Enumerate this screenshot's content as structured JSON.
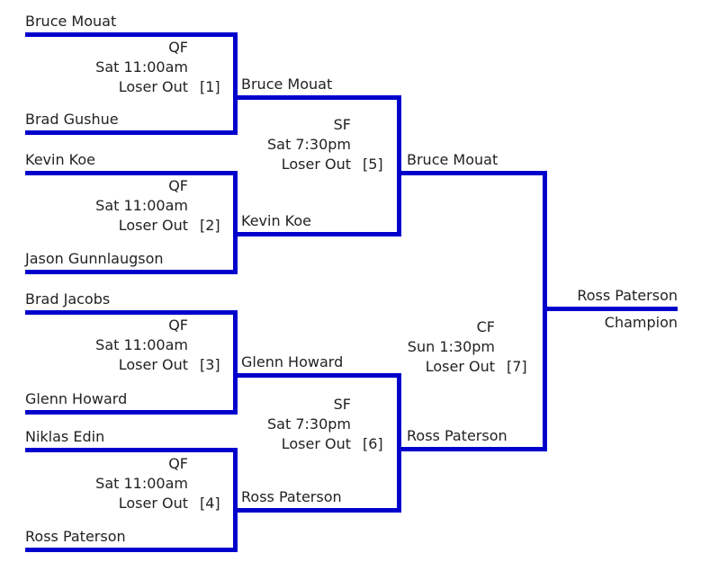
{
  "theme": {
    "background": "#ffffff",
    "bracket_line_color": "#0000cc",
    "text_color": "#222222"
  },
  "matches": {
    "qf1": {
      "stage": "QF",
      "time": "Sat 11:00am",
      "loser_note": "Loser Out",
      "game_number": "[1]",
      "top_entrant": "Bruce Mouat",
      "bottom_entrant": "Brad Gushue"
    },
    "qf2": {
      "stage": "QF",
      "time": "Sat 11:00am",
      "loser_note": "Loser Out",
      "game_number": "[2]",
      "top_entrant": "Kevin Koe",
      "bottom_entrant": "Jason Gunnlaugson"
    },
    "qf3": {
      "stage": "QF",
      "time": "Sat 11:00am",
      "loser_note": "Loser Out",
      "game_number": "[3]",
      "top_entrant": "Brad Jacobs",
      "bottom_entrant": "Glenn Howard"
    },
    "qf4": {
      "stage": "QF",
      "time": "Sat 11:00am",
      "loser_note": "Loser Out",
      "game_number": "[4]",
      "top_entrant": "Niklas Edin",
      "bottom_entrant": "Ross Paterson"
    },
    "sf1": {
      "stage": "SF",
      "time": "Sat 7:30pm",
      "loser_note": "Loser Out",
      "game_number": "[5]",
      "top_entrant": "Bruce Mouat",
      "bottom_entrant": "Kevin Koe"
    },
    "sf2": {
      "stage": "SF",
      "time": "Sat 7:30pm",
      "loser_note": "Loser Out",
      "game_number": "[6]",
      "top_entrant": "Glenn Howard",
      "bottom_entrant": "Ross Paterson"
    },
    "cf": {
      "stage": "CF",
      "time": "Sun 1:30pm",
      "loser_note": "Loser Out",
      "game_number": "[7]",
      "top_entrant": "Bruce Mouat",
      "bottom_entrant": "Ross Paterson"
    }
  },
  "champion": {
    "name": "Ross Paterson",
    "caption": "Champion"
  }
}
